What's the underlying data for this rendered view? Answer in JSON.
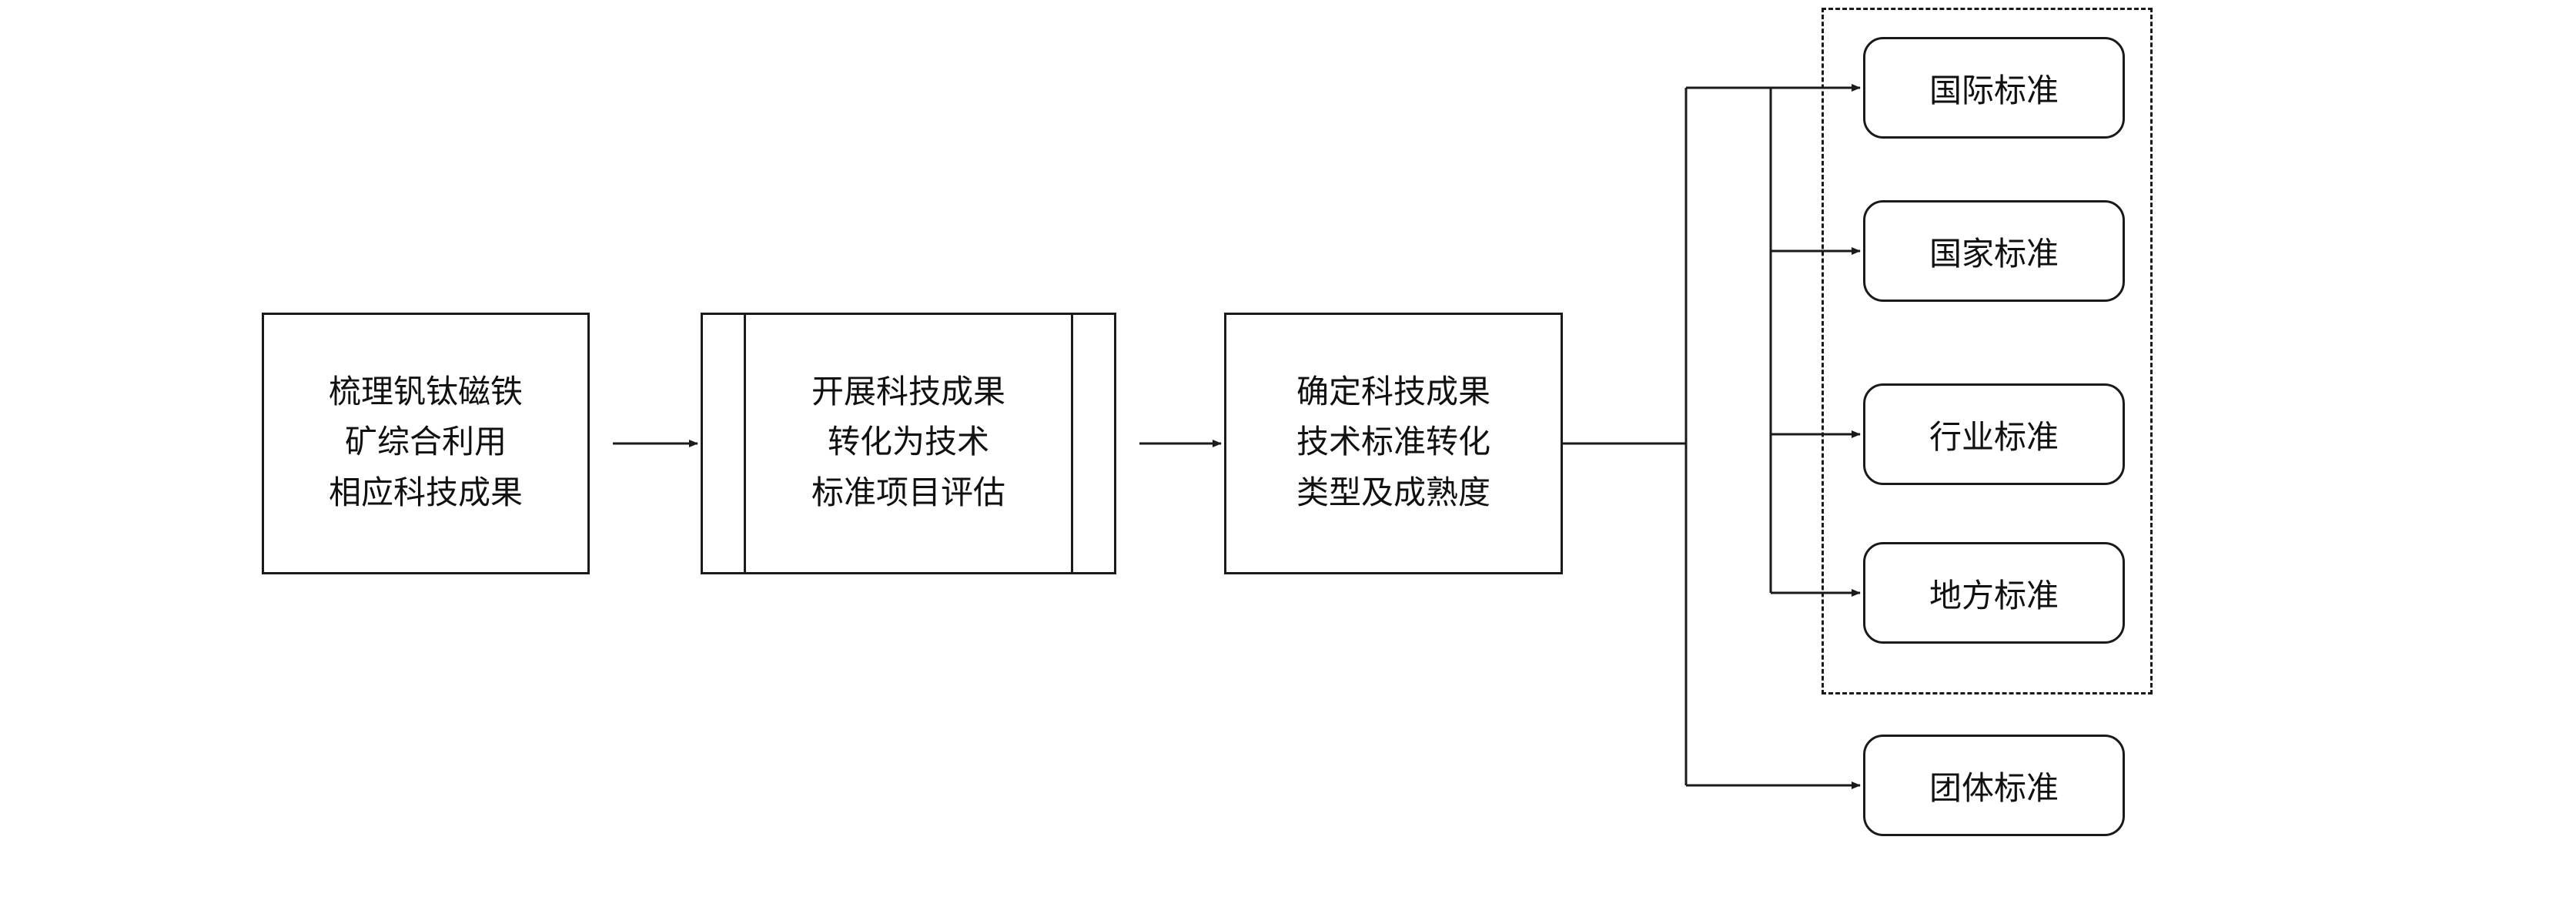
{
  "diagram": {
    "type": "flowchart",
    "background_color": "#ffffff",
    "line_color": "#1a1a1a",
    "steps": [
      {
        "id": "step-1",
        "shape": "process",
        "label": "梳理钒钛磁铁\n矿综合利用\n相应科技成果"
      },
      {
        "id": "step-2",
        "shape": "predefined-process",
        "label": "开展科技成果\n转化为技术\n标准项目评估"
      },
      {
        "id": "step-3",
        "shape": "process",
        "label": "确定科技成果\n技术标准转化\n类型及成熟度"
      }
    ],
    "standards": [
      {
        "id": "international",
        "label": "国际标准",
        "in_dashed_group": true
      },
      {
        "id": "national",
        "label": "国家标准",
        "in_dashed_group": true
      },
      {
        "id": "industry",
        "label": "行业标准",
        "in_dashed_group": true
      },
      {
        "id": "local",
        "label": "地方标准",
        "in_dashed_group": true
      },
      {
        "id": "group",
        "label": "团体标准",
        "in_dashed_group": false
      }
    ]
  }
}
